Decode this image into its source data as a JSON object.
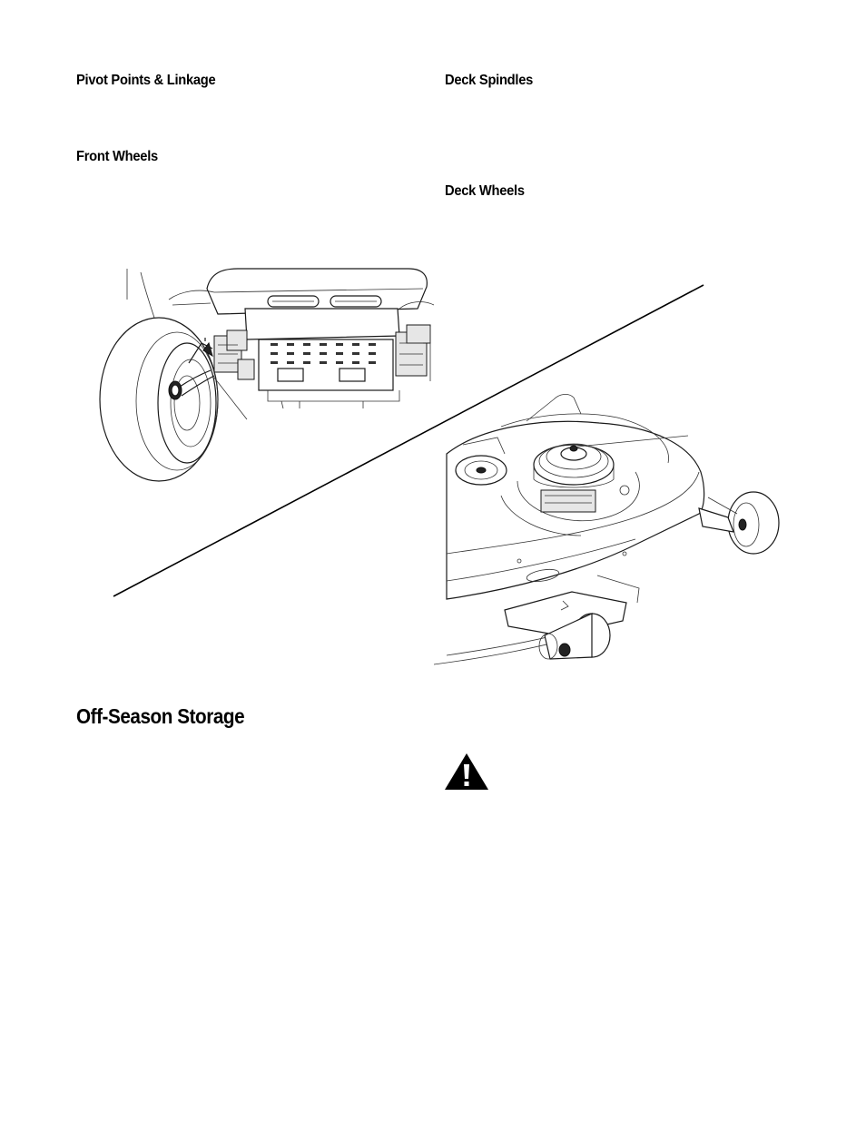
{
  "left_column": {
    "pivot_heading": "Pivot Points & Linkage",
    "front_wheels_heading": "Front Wheels"
  },
  "right_column": {
    "deck_spindles_heading": "Deck Spindles",
    "deck_wheels_heading": "Deck Wheels"
  },
  "storage_heading": "Off-Season Storage",
  "figure": {
    "left_illustration": "front-wheel-lubrication",
    "right_illustration": "deck-spindle-and-deck-wheel-lubrication"
  },
  "warning_icon": "warning-triangle-icon"
}
